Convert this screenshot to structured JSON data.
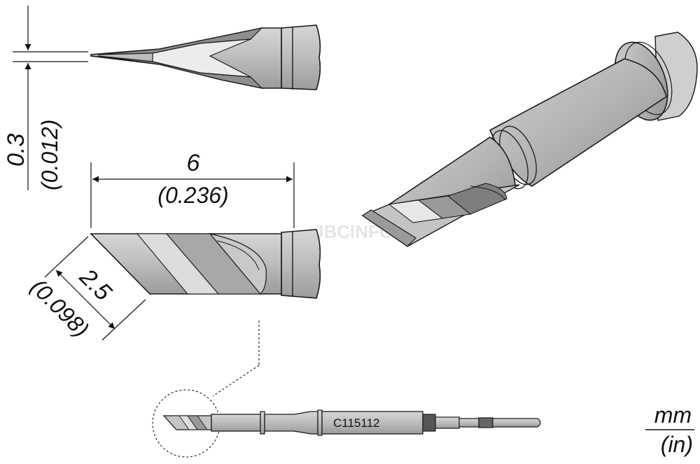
{
  "diagram": {
    "thickness_dim": {
      "mm": "0.3",
      "in": "(0.012)"
    },
    "length_dim": {
      "mm": "6",
      "in": "(0.236)"
    },
    "width_dim": {
      "mm": "2.5",
      "in": "(0.098)"
    },
    "part_number": "C115112",
    "units": {
      "primary": "mm",
      "secondary": "(in)"
    },
    "watermark": "JBCINFO.pl"
  },
  "colors": {
    "metal": "#bdbdbd",
    "metal_light": "#dadada",
    "metal_dark": "#8e8e8e",
    "blade_face": "#9a9a9a",
    "line": "#1a1a1a",
    "band": "#555555"
  }
}
